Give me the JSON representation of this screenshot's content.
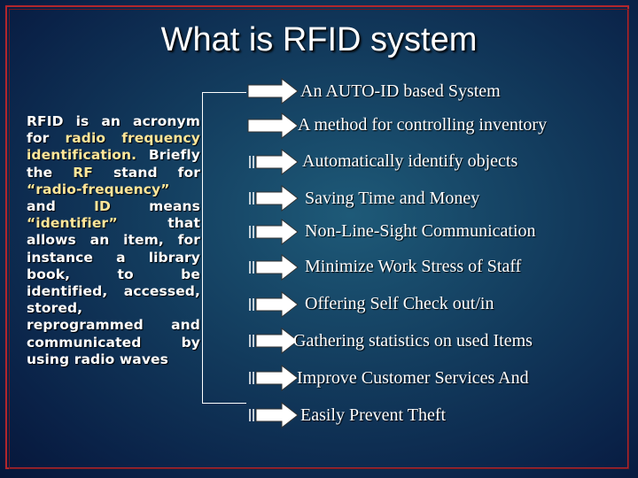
{
  "slide": {
    "title": "What is RFID system",
    "intro": {
      "p1": "RFID is an acronym for ",
      "p2": "radio frequency identification.",
      "p3": " Briefly the ",
      "p4": "RF",
      "p5": " stand for ",
      "p6": "“radio-frequency”",
      "p7": " and ",
      "p8": "ID",
      "p9": " means ",
      "p10": "“identifier”",
      "p11": " that allows an item, for instance a library book, to be identified, accessed, stored, reprogrammed and communicated by using radio waves"
    },
    "items": [
      "An AUTO-ID based System",
      "A method for controlling inventory",
      "Automatically identify objects",
      "Saving Time and Money",
      "Non-Line-Sight Communication",
      "Minimize Work Stress of Staff",
      "Offering Self Check out/in",
      "Gathering statistics on used Items",
      "Improve Customer Services And",
      "Easily Prevent Theft"
    ],
    "colors": {
      "text": "#ffffff",
      "highlight": "#ffe79a",
      "frame": "#b3262c",
      "background": "#123a5c"
    }
  }
}
